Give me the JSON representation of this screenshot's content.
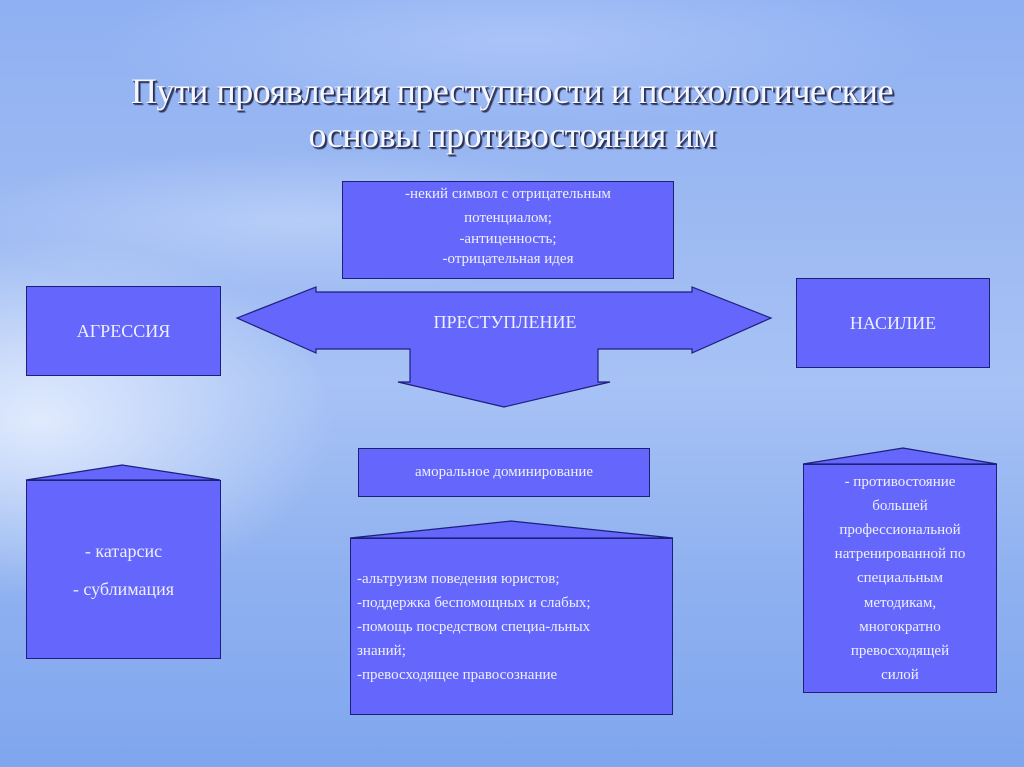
{
  "slide": {
    "title_line1": "Пути проявления преступности и психологические",
    "title_line2": "основы противостояния им"
  },
  "top_box": {
    "lines": [
      "-некий символ с отрицательным",
      "потенциалом;",
      "-антиценность;",
      "-отрицательная идея"
    ]
  },
  "center_arrow": {
    "label": "ПРЕСТУПЛЕНИЕ"
  },
  "left_box": {
    "label": "АГРЕССИЯ"
  },
  "right_box": {
    "label": "НАСИЛИЕ"
  },
  "middle_box": {
    "label": "аморальное доминирование"
  },
  "bottom_left": {
    "lines": [
      "- катарсис",
      "- сублимация"
    ]
  },
  "bottom_center": {
    "lines": [
      "-альтруизм поведения юристов;",
      "-поддержка беспомощных и слабых;",
      "-помощь посредством специа-льных",
      "знаний;",
      "-превосходящее правосознание"
    ]
  },
  "bottom_right": {
    "lines": [
      "- противостояние",
      "большей",
      "профессиональной",
      "натренированной по",
      "специальным",
      "методикам,",
      "многократно",
      "превосходящей",
      "силой"
    ]
  },
  "colors": {
    "shape_fill": "#6566fb",
    "shape_border": "#1d1f7a",
    "text": "#eef0ff"
  }
}
